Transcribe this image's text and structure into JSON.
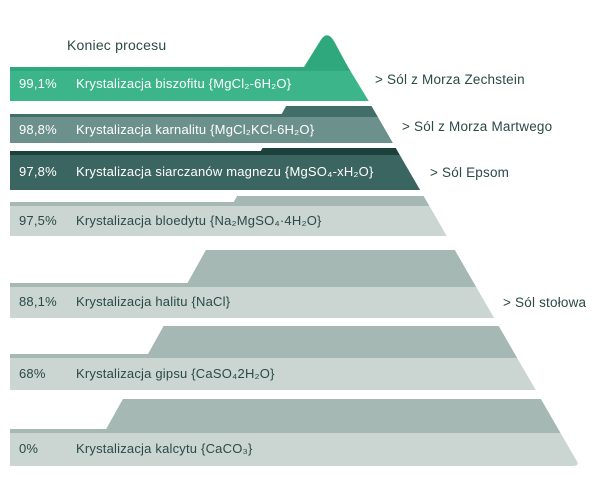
{
  "title": "Koniec procesu",
  "colors": {
    "background": "#FFFFFF",
    "peak": "#2FA87D",
    "cap_1": "#2FA87D",
    "band_1": "#3DB58A",
    "cap_2": "#426E69",
    "band_2": "#6C908B",
    "cap_3": "#1C403C",
    "band_3": "#3B6561",
    "cap_4": "#A5B8B4",
    "band_4": "#CBD5D2",
    "cap_5": "#A5B8B4",
    "band_5": "#CBD5D2",
    "cap_6": "#A5B8B4",
    "band_6": "#CBD5D2",
    "cap_7": "#A5B8B4",
    "band_7": "#CBD5D2",
    "text_dark": "#2B4A46",
    "text_light": "#FFFFFF"
  },
  "levels": [
    {
      "pct": "99,1%",
      "label": "Krystalizacja biszofitu {MgCl₂-6H₂O}",
      "side": "> Sól z Morza Zechstein"
    },
    {
      "pct": "98,8%",
      "label": "Krystalizacja karnalitu {MgCl₂KCl-6H₂O}",
      "side": "> Sól z Morza Martwego"
    },
    {
      "pct": "97,8%",
      "label": "Krystalizacja siarczanów magnezu {MgSO₄-xH₂O}",
      "side": "> Sól Epsom"
    },
    {
      "pct": "97,5%",
      "label": "Krystalizacja bloedytu {Na₂MgSO₄·4H₂O}",
      "side": ""
    },
    {
      "pct": "88,1%",
      "label": "Krystalizacja halitu {NaCl}",
      "side": "> Sól stołowa"
    },
    {
      "pct": "68%",
      "label": "Krystalizacja gipsu {CaSO₄2H₂O}",
      "side": ""
    },
    {
      "pct": "0%",
      "label": "Krystalizacja kalcytu {CaCO₃}",
      "side": ""
    }
  ]
}
